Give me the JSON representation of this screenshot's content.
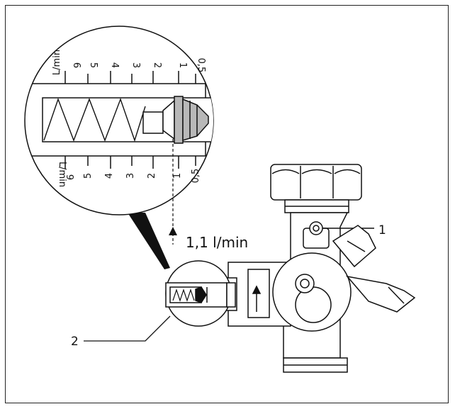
{
  "callouts": {
    "one": "1",
    "two": "2"
  },
  "flow_reading": "1,1 l/min",
  "scale": {
    "unit": "L/min",
    "upper_ticks": [
      "6",
      "5",
      "4",
      "3",
      "2",
      "1",
      "0,5"
    ],
    "lower_ticks": [
      "6",
      "5",
      "4",
      "3",
      "2",
      "1",
      "0,5"
    ]
  },
  "colors": {
    "line": "#111111",
    "cone": "#b8b8b8"
  }
}
